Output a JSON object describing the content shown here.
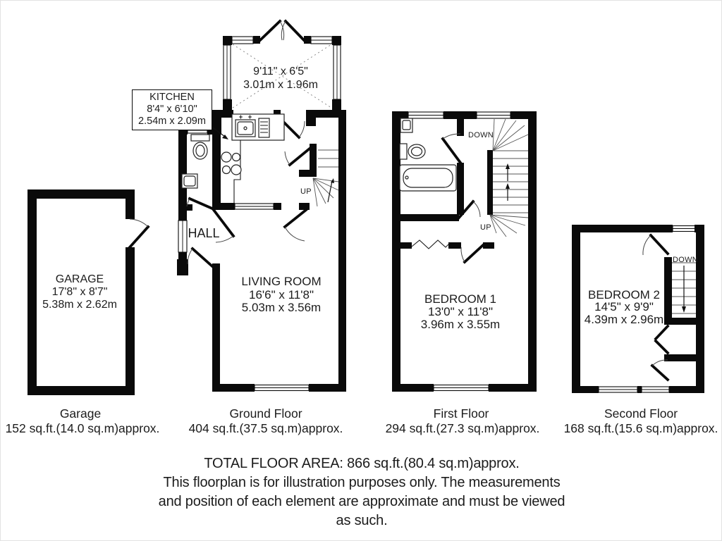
{
  "rooms": {
    "conservatory": {
      "dims_ft": "9'11\" x 6'5\"",
      "dims_m": "3.01m x 1.96m"
    },
    "kitchen": {
      "name": "KITCHEN",
      "dims_ft": "8'4\" x 6'10\"",
      "dims_m": "2.54m x 2.09m"
    },
    "hall": {
      "name": "HALL"
    },
    "garage": {
      "name": "GARAGE",
      "dims_ft": "17'8\" x 8'7\"",
      "dims_m": "5.38m x 2.62m"
    },
    "living_room": {
      "name": "LIVING ROOM",
      "dims_ft": "16'6\" x 11'8\"",
      "dims_m": "5.03m x 3.56m"
    },
    "bedroom_1": {
      "name": "BEDROOM 1",
      "dims_ft": "13'0\" x 11'8\"",
      "dims_m": "3.96m x 3.55m"
    },
    "bedroom_2": {
      "name": "BEDROOM 2",
      "dims_ft": "14'5\" x 9'9\"",
      "dims_m": "4.39m x 2.96m"
    }
  },
  "stairs": {
    "ground_up": "UP",
    "first_down": "DOWN",
    "first_up": "UP",
    "second_down": "DOWN"
  },
  "captions": {
    "garage": {
      "title": "Garage",
      "area": "152 sq.ft.(14.0 sq.m)approx."
    },
    "ground_floor": {
      "title": "Ground Floor",
      "area": "404 sq.ft.(37.5 sq.m)approx."
    },
    "first_floor": {
      "title": "First Floor",
      "area": "294 sq.ft.(27.3 sq.m)approx."
    },
    "second_floor": {
      "title": "Second Floor",
      "area": "168 sq.ft.(15.6 sq.m)approx."
    }
  },
  "footer": {
    "total": "TOTAL FLOOR AREA: 866 sq.ft.(80.4 sq.m)approx.",
    "disclaimer_line1": "This floorplan is for illustration purposes only. The measurements",
    "disclaimer_line2": "and position of each element are approximate and must be viewed",
    "disclaimer_line3": "as such."
  },
  "colors": {
    "wall": "#0a0a0a",
    "background": "#ffffff",
    "text": "#1c1c1c"
  }
}
